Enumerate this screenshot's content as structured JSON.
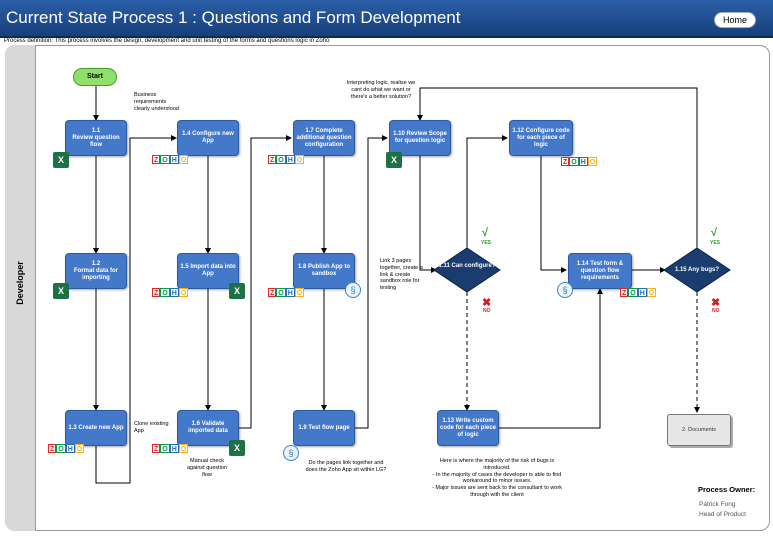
{
  "header": {
    "title": "Current State Process 1 : Questions and Form Development",
    "home_label": "Home"
  },
  "process_definition": "Process definition: This process involves the design, development and unit testing of the forms and questions logic in Zoho",
  "lane": {
    "label": "Developer"
  },
  "start": {
    "label": "Start"
  },
  "steps": [
    {
      "id": "1.1",
      "label": "1.1\nReview question flow"
    },
    {
      "id": "1.2",
      "label": "1.2\nFormat data for importing"
    },
    {
      "id": "1.3",
      "label": "1.3 Create new App"
    },
    {
      "id": "1.4",
      "label": "1.4 Configure new App"
    },
    {
      "id": "1.5",
      "label": "1.5 Import data into App"
    },
    {
      "id": "1.6",
      "label": "1.6 Validate imported data"
    },
    {
      "id": "1.7",
      "label": "1.7 Complete additional question configuration"
    },
    {
      "id": "1.8",
      "label": "1.8 Publish App to sandbox"
    },
    {
      "id": "1.9",
      "label": "1.9 Test flow page"
    },
    {
      "id": "1.10",
      "label": "1.10 Review Scope for question logic"
    },
    {
      "id": "1.12",
      "label": "1.12 Configure code for each piece of logic"
    },
    {
      "id": "1.13",
      "label": "1.13 Write custom code for each piece of logic"
    },
    {
      "id": "1.14",
      "label": "1.14 Test form & question flow requirements"
    }
  ],
  "decisions": [
    {
      "id": "1.11",
      "label": "1.11 Can configure?"
    },
    {
      "id": "1.15",
      "label": "1.15 Any bugs?"
    }
  ],
  "branch_labels": {
    "yes": "YES",
    "no": "NO",
    "yes_mark": "√",
    "no_mark": "✖"
  },
  "notes": {
    "business_req": "Business requirements clearly understood",
    "clone": "Clone existing App",
    "manual_check": "Manual check against question flow",
    "link_pages": "Link 3 pages together, create a link & create sandbox role for testing",
    "interpreting": "Interpreting logic, realise we cant do what we want or there's a better solution?",
    "pages_link": "Do the pages link together and does the Zoho App sit within LG?",
    "bugs_note": "Here is where the majority of the risk of bugs is introduced.\n- In the majority of cases the developer is able to find workaround to minor issues.\n- Major issues are sent back to the consultant to work through with the client"
  },
  "document": {
    "label": "2. Documents"
  },
  "owner": {
    "label": "Process Owner:",
    "name": "Patrick Fong",
    "role": "Head of Product"
  },
  "icons": {
    "excel": "excel-icon",
    "zoho": "zoho-logo",
    "sandbox": "sandbox-icon",
    "zoho_letters": [
      "Z",
      "O",
      "H",
      "O"
    ],
    "zoho_colors": [
      "#e42527",
      "#089949",
      "#226db4",
      "#f9b21d"
    ],
    "excel_letter": "X",
    "sandbox_glyph": "§"
  },
  "colors": {
    "header": "#1f4e8f",
    "step": "#4478c8",
    "decision": "#1a3c6e",
    "start": "#8ee06a",
    "yes": "#2a9d2a",
    "no": "#d02020"
  }
}
